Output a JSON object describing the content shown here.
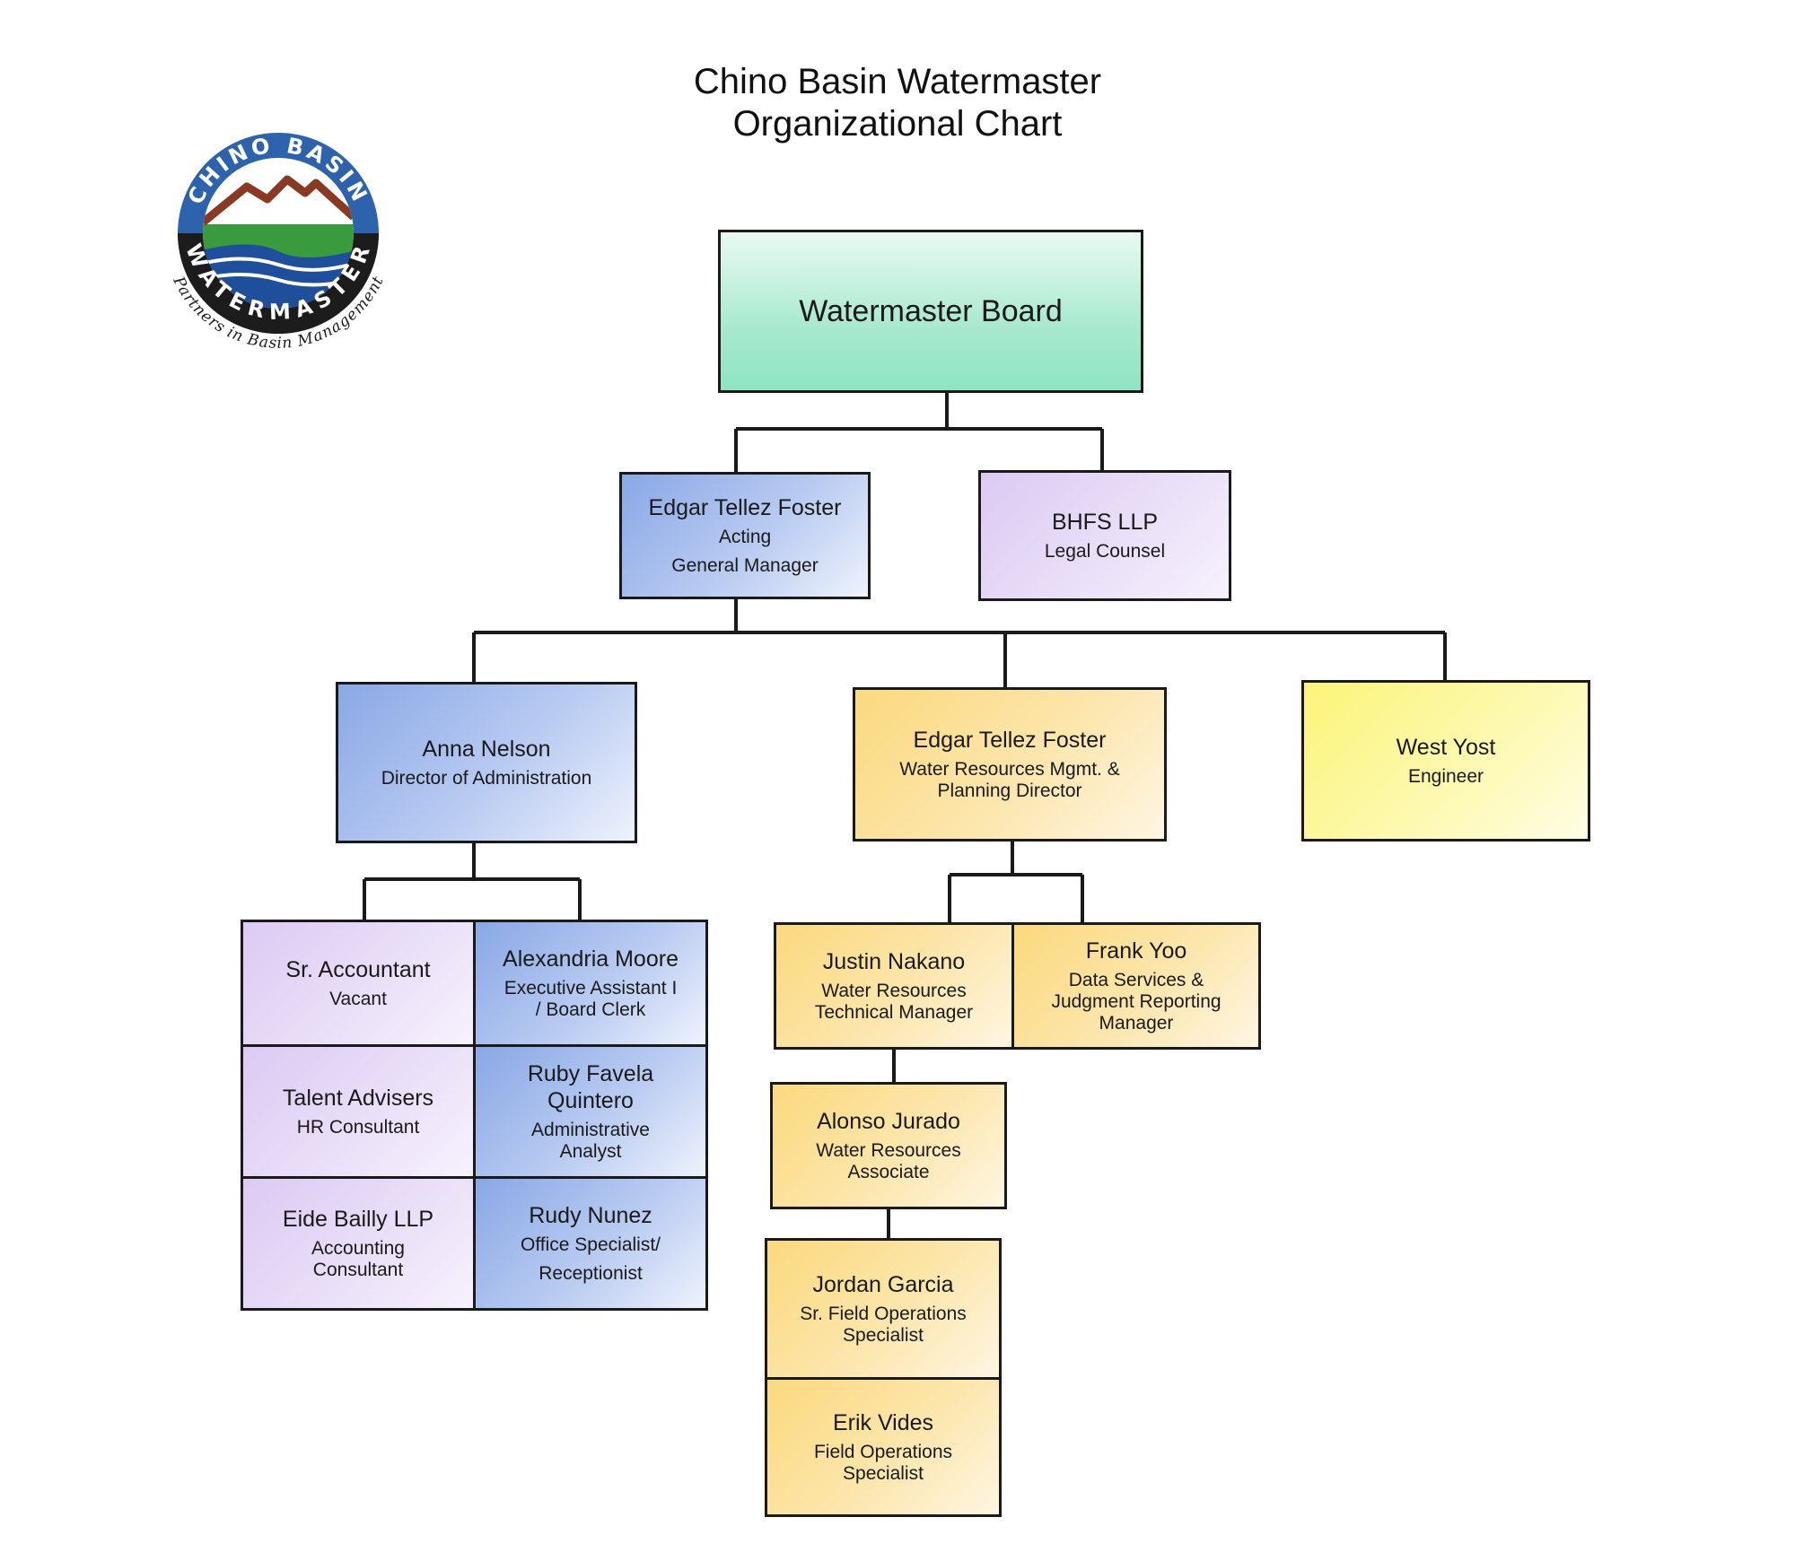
{
  "title": {
    "line1": "Chino Basin Watermaster",
    "line2": "Organizational Chart"
  },
  "logo": {
    "top_text": "CHINO BASIN",
    "bottom_text": "WATERMASTER",
    "tagline": "Partners in Basin Management",
    "colors": {
      "ring_top": "#2d63ad",
      "ring_bottom": "#1c1c1c",
      "mountain": "#8a3a22",
      "land": "#3a9a3e",
      "water": "#1f4f9a"
    }
  },
  "nodes": {
    "board": {
      "name": "Watermaster Board"
    },
    "gm": {
      "name": "Edgar Tellez Foster",
      "role1": "Acting",
      "role2": "General Manager"
    },
    "legal": {
      "name": "BHFS LLP",
      "role": "Legal Counsel"
    },
    "admin_dir": {
      "name": "Anna Nelson",
      "role": "Director of Administration"
    },
    "wr_dir": {
      "name": "Edgar Tellez Foster",
      "role1": "Water Resources Mgmt. &",
      "role2": "Planning Director"
    },
    "engineer": {
      "name": "West Yost",
      "role": "Engineer"
    },
    "sr_accountant": {
      "name": "Sr. Accountant",
      "role": "Vacant"
    },
    "exec_asst": {
      "name": "Alexandria Moore",
      "role1": "Executive Assistant I",
      "role2": "/ Board Clerk"
    },
    "hr": {
      "name": "Talent Advisers",
      "role": "HR Consultant"
    },
    "analyst": {
      "name1": "Ruby Favela",
      "name2": "Quintero",
      "role1": "Administrative",
      "role2": "Analyst"
    },
    "accounting": {
      "name": "Eide Bailly LLP",
      "role1": "Accounting",
      "role2": "Consultant"
    },
    "office": {
      "name": "Rudy Nunez",
      "role1": "Office Specialist/",
      "role2": "Receptionist"
    },
    "wr_tech": {
      "name": "Justin Nakano",
      "role1": "Water Resources",
      "role2": "Technical Manager"
    },
    "data_mgr": {
      "name": "Frank Yoo",
      "role1": "Data Services &",
      "role2": "Judgment Reporting",
      "role3": "Manager"
    },
    "wr_assoc": {
      "name": "Alonso Jurado",
      "role1": "Water Resources",
      "role2": "Associate"
    },
    "sr_field": {
      "name": "Jordan Garcia",
      "role1": "Sr. Field Operations",
      "role2": "Specialist"
    },
    "field": {
      "name": "Erik Vides",
      "role1": "Field Operations",
      "role2": "Specialist"
    }
  }
}
